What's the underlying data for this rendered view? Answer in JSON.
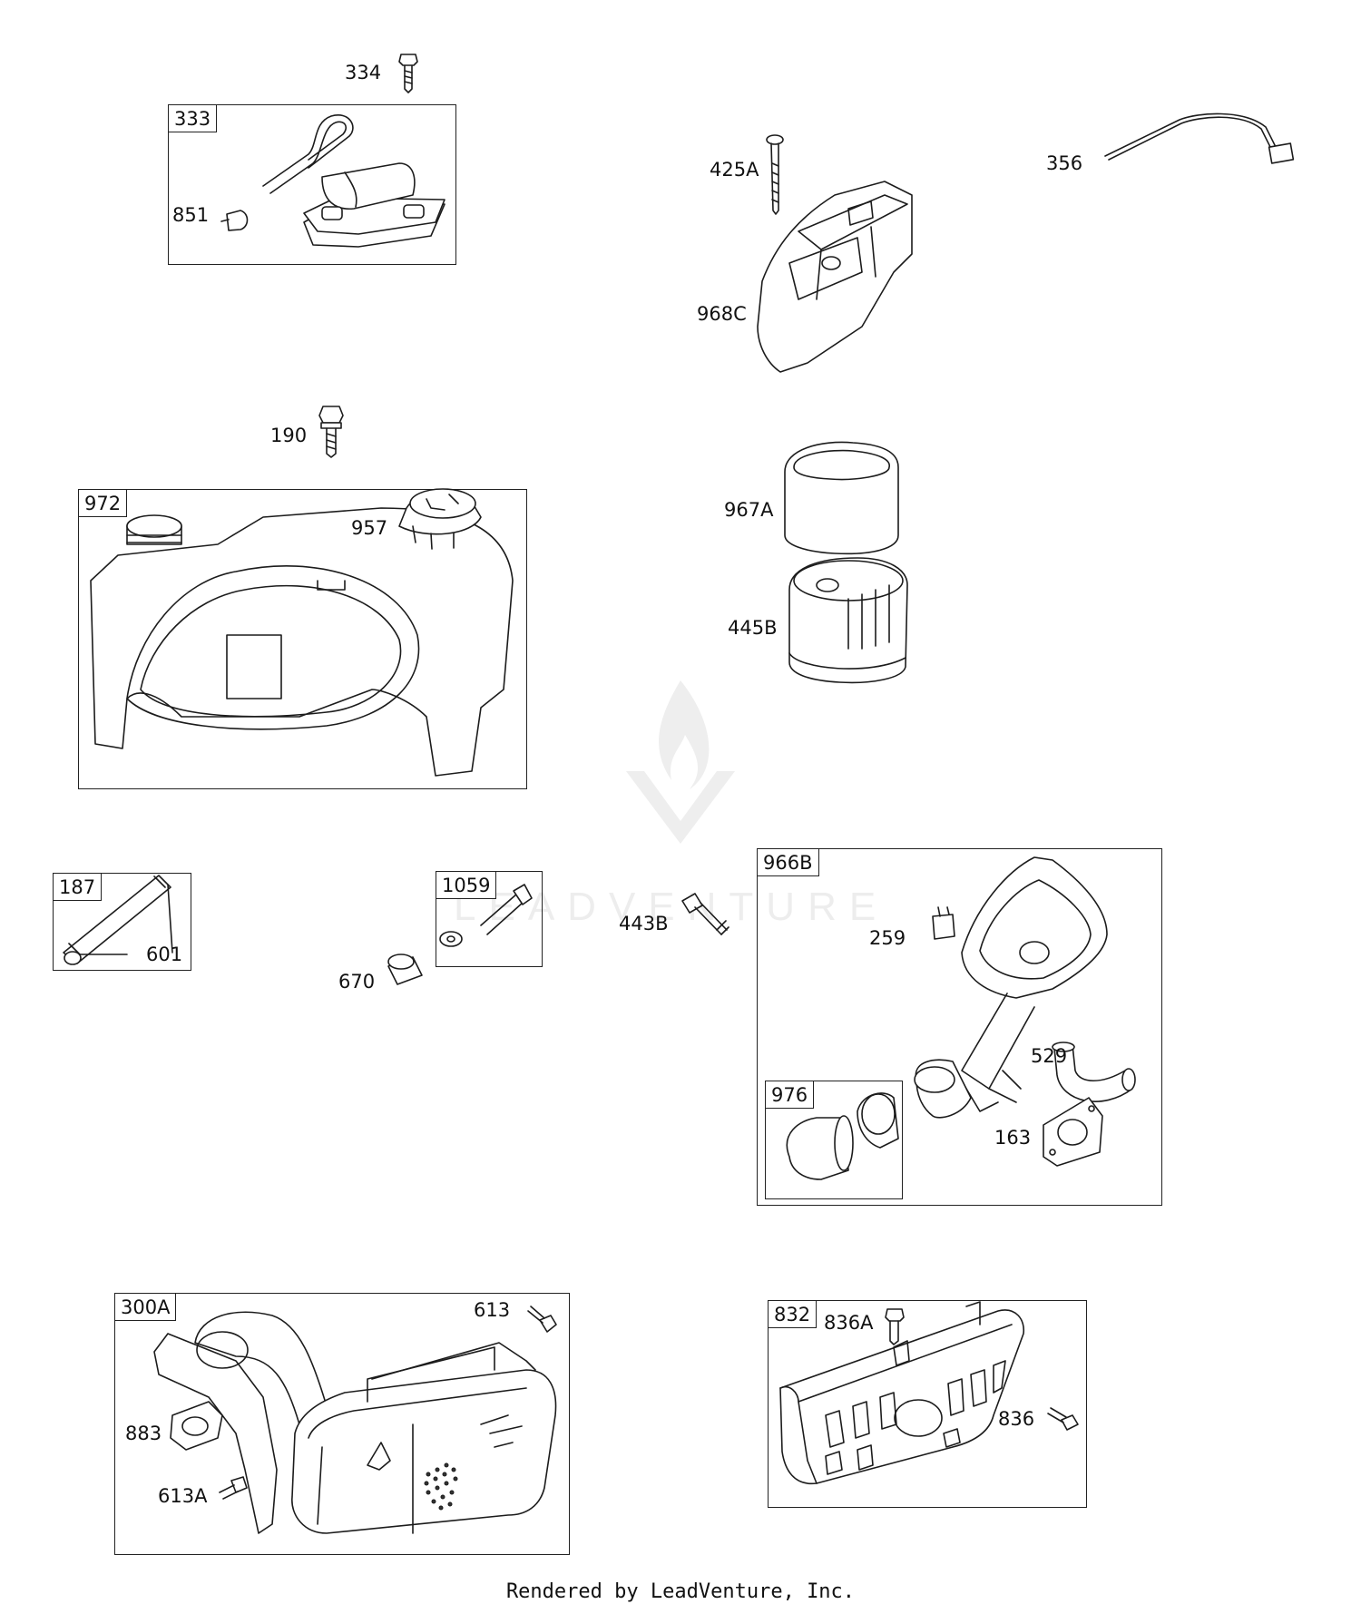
{
  "callouts": {
    "c334": "334",
    "c333": "333",
    "c851": "851",
    "c425A": "425A",
    "c356": "356",
    "c968C": "968C",
    "c190": "190",
    "c972": "972",
    "c957": "957",
    "c967A": "967A",
    "c445B": "445B",
    "c187": "187",
    "c601": "601",
    "c1059": "1059",
    "c670": "670",
    "c443B": "443B",
    "c966B": "966B",
    "c259": "259",
    "c529": "529",
    "c976": "976",
    "c163": "163",
    "c300A": "300A",
    "c613": "613",
    "c883": "883",
    "c613A": "613A",
    "c832": "832",
    "c836A": "836A",
    "c836": "836"
  },
  "watermark": "LEADVENTURE",
  "footer": "Rendered by LeadVenture, Inc."
}
